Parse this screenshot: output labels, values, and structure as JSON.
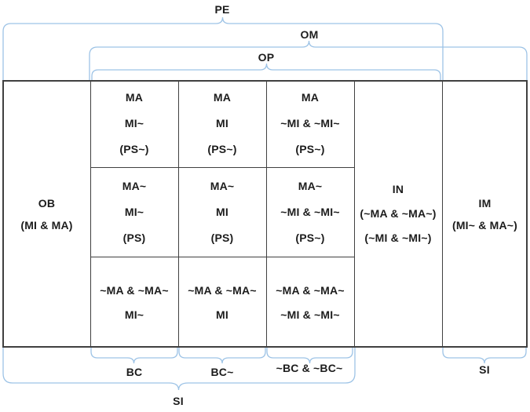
{
  "colors": {
    "brace": "#9DC3E6",
    "border": "#404040",
    "text": "#1C1C1C",
    "bg": "#FFFFFF"
  },
  "braces": {
    "pe": {
      "label": "PE"
    },
    "om": {
      "label": "OM"
    },
    "op": {
      "label": "OP"
    },
    "bc": {
      "label": "BC"
    },
    "bc_tilde": {
      "label": "BC~"
    },
    "not_bc_and_not_bc_tilde": {
      "label": "~BC & ~BC~"
    },
    "si_right": {
      "label": "SI"
    },
    "si_bottom": {
      "label": "SI"
    }
  },
  "table": {
    "ob": [
      "OB",
      "(MI & MA)"
    ],
    "in": [
      "IN",
      "(~MA & ~MA~)",
      "(~MI & ~MI~)"
    ],
    "im": [
      "IM",
      "(MI~ & MA~)"
    ],
    "cells": {
      "r1c1": [
        "MA",
        "MI~",
        "(PS~)"
      ],
      "r1c2": [
        "MA",
        "MI",
        "(PS~)"
      ],
      "r1c3": [
        "MA",
        "~MI & ~MI~",
        "(PS~)"
      ],
      "r2c1": [
        "MA~",
        "MI~",
        "(PS)"
      ],
      "r2c2": [
        "MA~",
        "MI",
        "(PS)"
      ],
      "r2c3": [
        "MA~",
        "~MI & ~MI~",
        "(PS~)"
      ],
      "r3c1": [
        "~MA & ~MA~",
        "MI~"
      ],
      "r3c2": [
        "~MA & ~MA~",
        "MI"
      ],
      "r3c3": [
        "~MA & ~MA~",
        "~MI & ~MI~"
      ]
    }
  }
}
